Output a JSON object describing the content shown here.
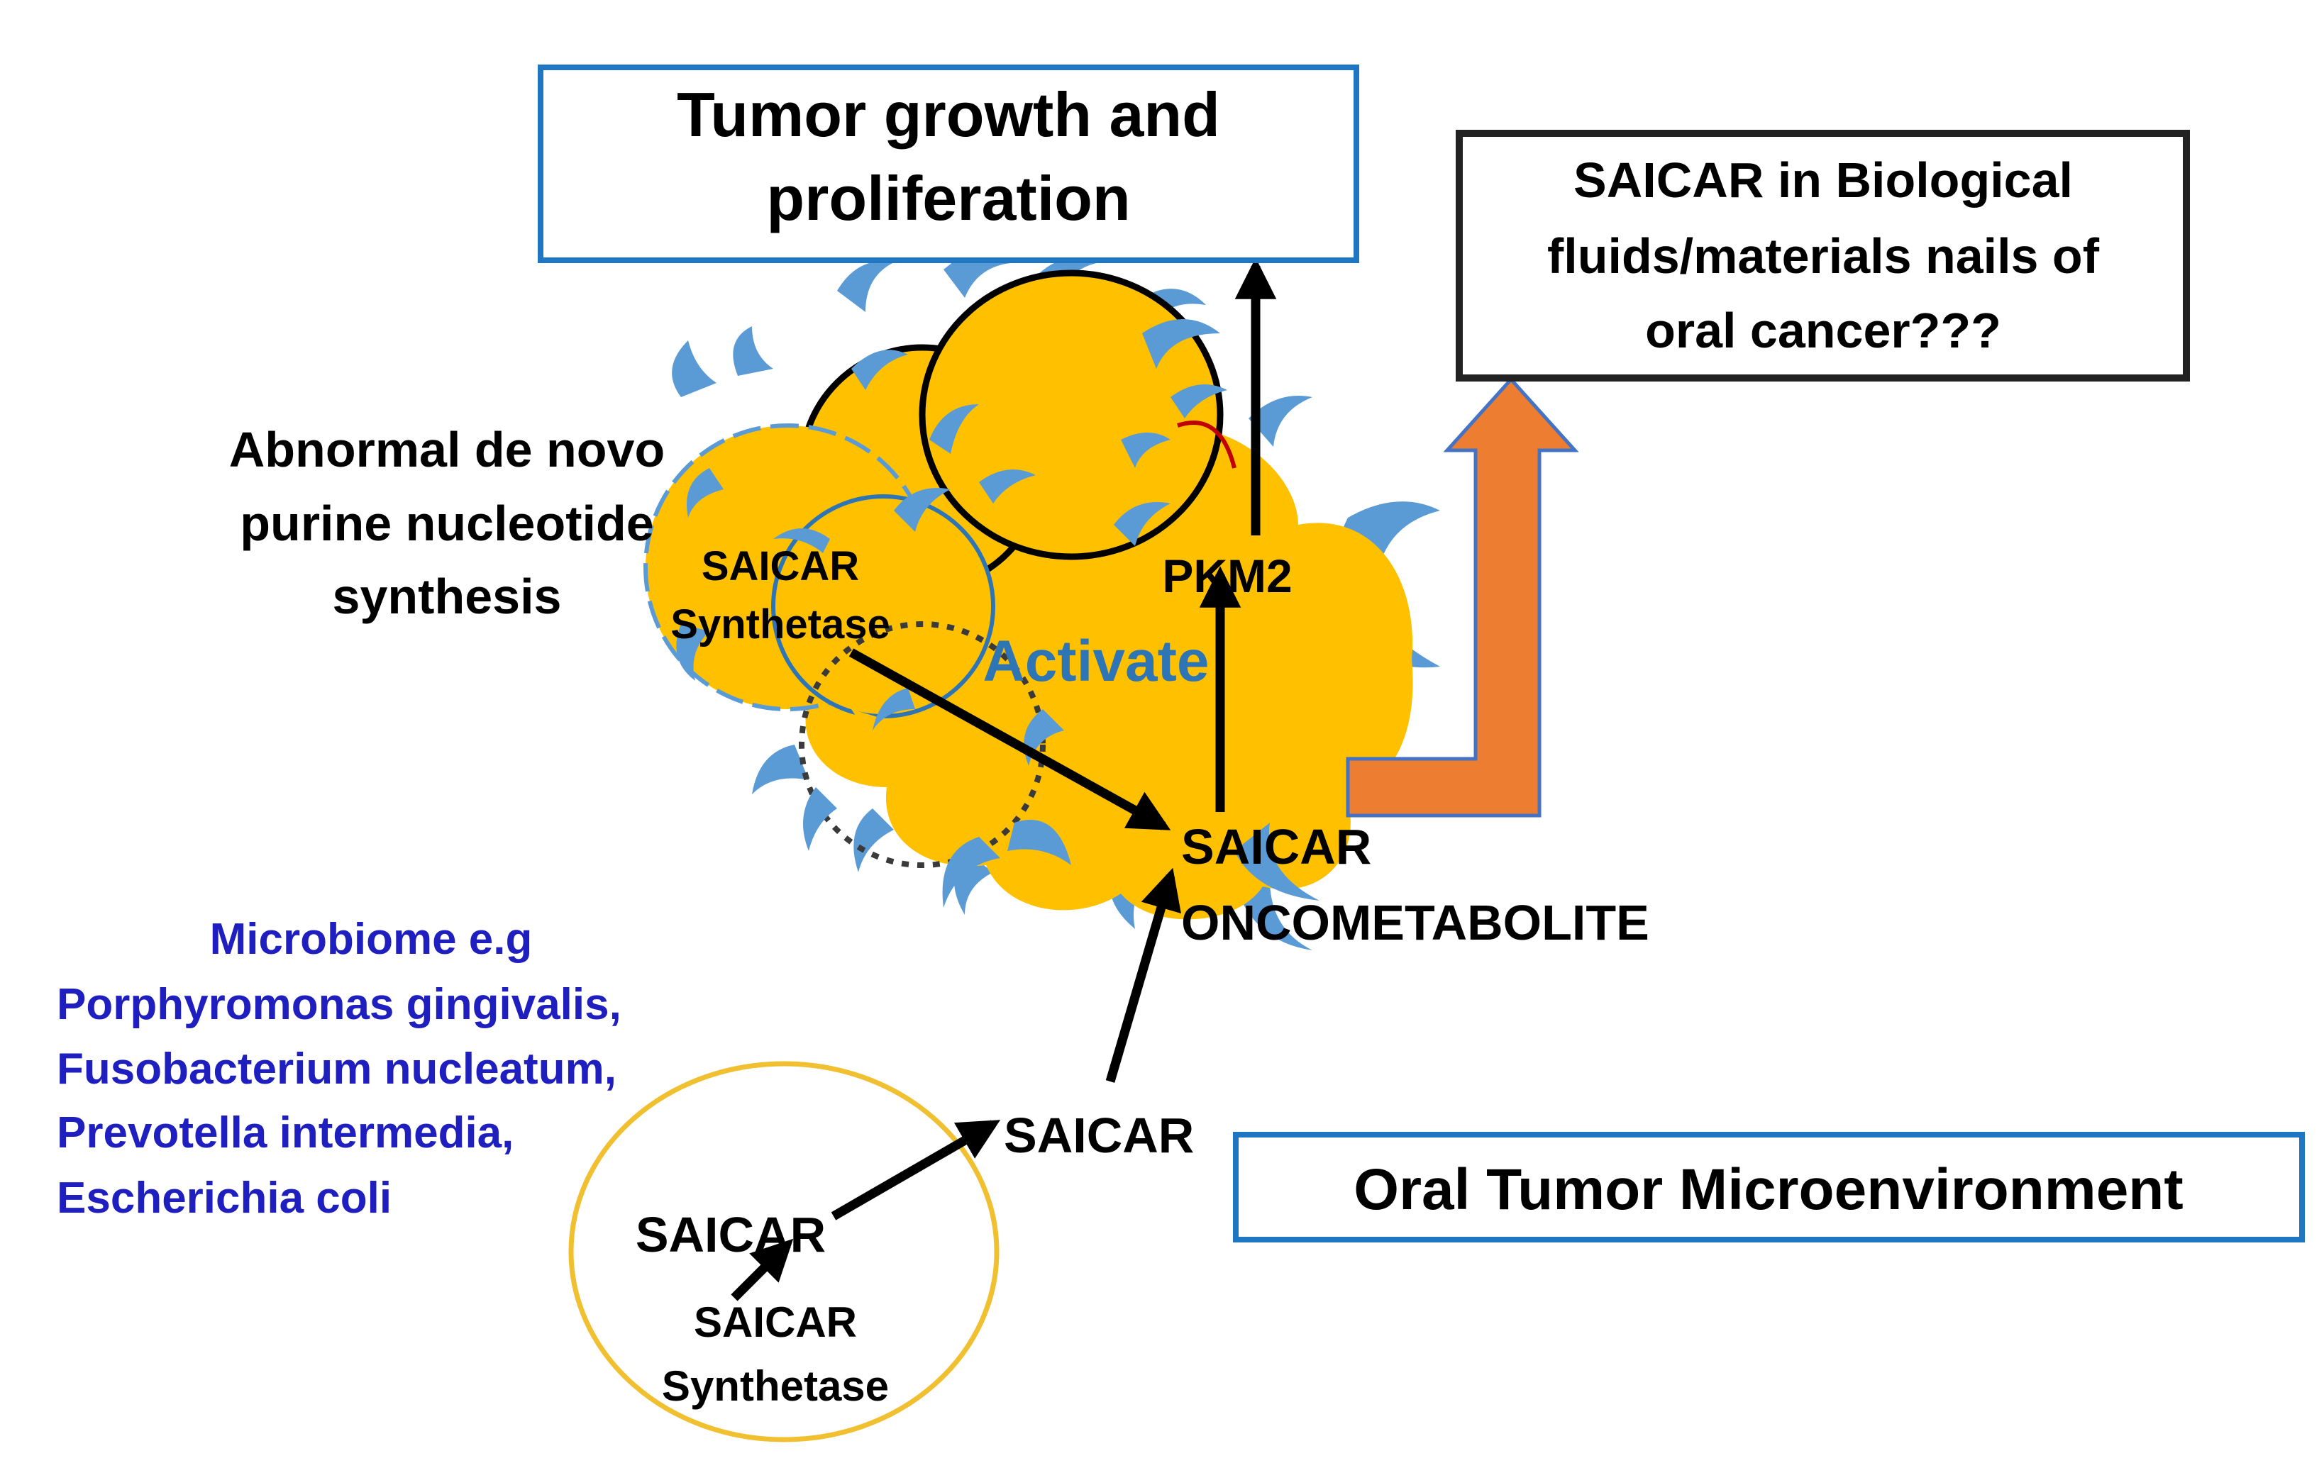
{
  "boxes": {
    "tumor_growth": {
      "line1": "Tumor growth and",
      "line2": "proliferation"
    },
    "biofluids": {
      "line1": "SAICAR in Biological",
      "line2": "fluids/materials nails of",
      "line3": "oral cancer???"
    },
    "microenvironment": {
      "label": "Oral Tumor Microenvironment"
    }
  },
  "labels": {
    "abnormal": {
      "line1": "Abnormal de novo",
      "line2": "purine nucleotide",
      "line3": "synthesis"
    },
    "cell_saicar_synthetase": {
      "line1": "SAICAR",
      "line2": "Synthetase"
    },
    "activate": "Activate",
    "pkm2": "PKM2",
    "oncometabolite": {
      "line1": "SAICAR",
      "line2": "ONCOMETABOLITE"
    },
    "saicar_out": "SAICAR",
    "microbe_saicar": "SAICAR",
    "microbe_synthetase": {
      "line1": "SAICAR",
      "line2": "Synthetase"
    }
  },
  "microbiome": {
    "line1": "Microbiome e.g",
    "line2": "Porphyromonas gingivalis,",
    "line3": "Fusobacterium nucleatum,",
    "line4": "Prevotella intermedia,",
    "line5": "Escherichia coli"
  },
  "colors": {
    "box_blue": "#1f77c4",
    "tumor_yellow": "#ffc000",
    "spike_blue": "#5b9bd5",
    "arrow_orange": "#ed7d31",
    "microbe_text": "#1f1fbf",
    "activate_text": "#2e75b6",
    "circle_outline": "#f0c030"
  }
}
